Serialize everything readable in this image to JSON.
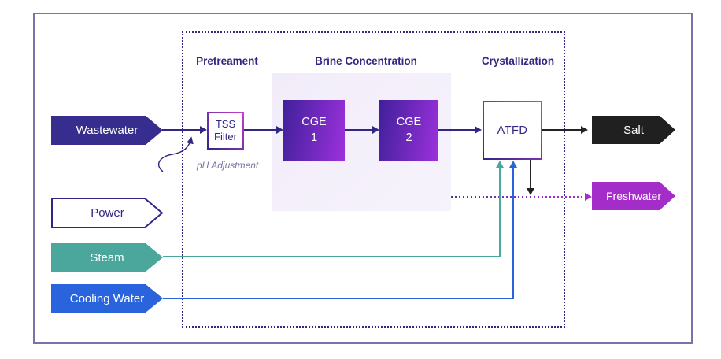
{
  "colors": {
    "primary": "#312783",
    "frame-border": "#7a73a8",
    "wastewater": "#362d8e",
    "steam": "#4ba69c",
    "cooling": "#2a64dd",
    "salt": "#202020",
    "freshwater": "#a42cc9",
    "purple-grad-start": "#40209a",
    "purple-grad-end": "#9c31dd",
    "magenta-border": "#c83cd6",
    "lavender": "#f3effb",
    "annotation": "#7a75a0"
  },
  "sections": {
    "pretreatment": "Pretreament",
    "brine_concentration": "Brine Concentration",
    "crystallization": "Crystallization"
  },
  "inputs": {
    "wastewater": "Wastewater",
    "power": "Power",
    "steam": "Steam",
    "cooling_water": "Cooling Water"
  },
  "units": {
    "tss_filter": {
      "line1": "TSS",
      "line2": "Filter"
    },
    "cge1": {
      "line1": "CGE",
      "line2": "1"
    },
    "cge2": {
      "line1": "CGE",
      "line2": "2"
    },
    "atfd": {
      "label": "ATFD"
    }
  },
  "outputs": {
    "salt": "Salt",
    "freshwater": "Freshwater"
  },
  "annotations": {
    "ph_adjustment": "pH Adjustment"
  }
}
